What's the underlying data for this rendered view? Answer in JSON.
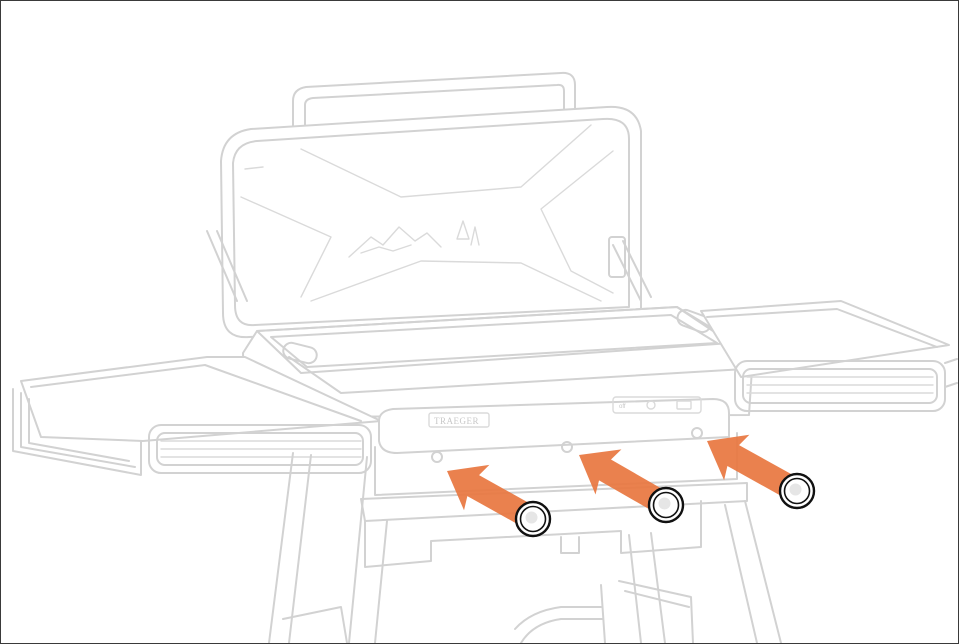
{
  "figure": {
    "brand_label": "TRAEGER",
    "panel_label": "off",
    "arrow_color": "#e8763f",
    "knob_stroke_color": "#111111",
    "line_color": "#d2d2d2"
  },
  "icons": [
    "arrow-icon",
    "control-knob-icon",
    "mountain-logo-icon"
  ],
  "knobs": [
    {
      "name": "knob-left",
      "state": "highlighted"
    },
    {
      "name": "knob-center",
      "state": "highlighted"
    },
    {
      "name": "knob-right",
      "state": "highlighted"
    }
  ]
}
